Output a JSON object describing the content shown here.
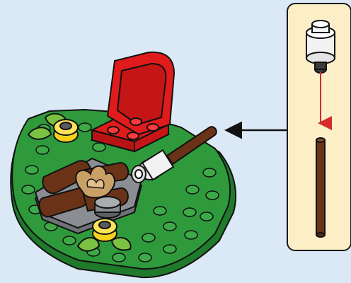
{
  "illustration": {
    "kind": "building-instruction-step",
    "subject": "campfire-scene",
    "colors": {
      "background": "#dbe9f6",
      "baseplate_green": "#2e9a3c",
      "stud_green": "#3daa48",
      "chair_red": "#e01b1b",
      "log_brown": "#6a3318",
      "flame_tan": "#c9a066",
      "flower_yellow": "#f6d21c",
      "grey_plate": "#8a8d92",
      "white_brick": "#f2f2f2",
      "inset_panel": "#fcefc8",
      "arrow_black": "#111111",
      "arrow_red": "#d42a2a"
    }
  },
  "callout": {
    "panel": "sub-assembly-inset",
    "parts": [
      "white-round-brick",
      "brown-bar"
    ],
    "arrow_icon": "arrow-left-icon",
    "insert_arrow_icon": "arrow-down-red-icon"
  }
}
